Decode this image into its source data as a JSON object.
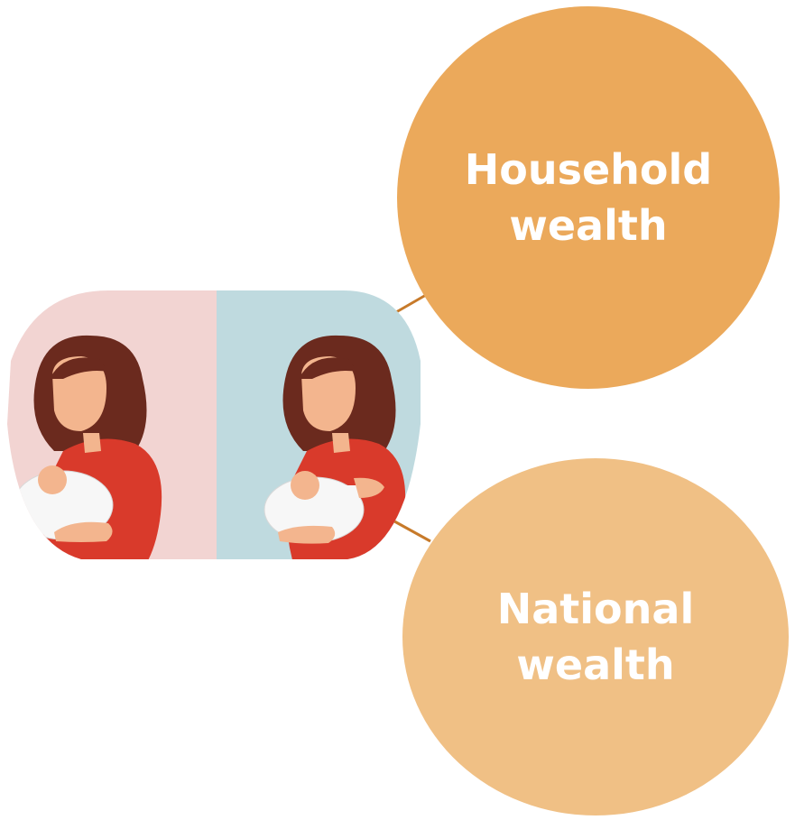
{
  "diagram": {
    "nodes": [
      {
        "id": "household",
        "line1": "Household",
        "line2": "wealth",
        "color": "#EBA95B"
      },
      {
        "id": "national",
        "line1": "National",
        "line2": "wealth",
        "color": "#F0C085"
      }
    ],
    "connector_color": "#C77A2A",
    "illustration": {
      "panel_left_color": "#F2D4D2",
      "panel_right_color": "#BFDADF",
      "hair_color": "#6B2A1E",
      "skin_color": "#F3B58E",
      "dress_color": "#D93A2B",
      "blanket_color": "#F7F7F7"
    }
  }
}
